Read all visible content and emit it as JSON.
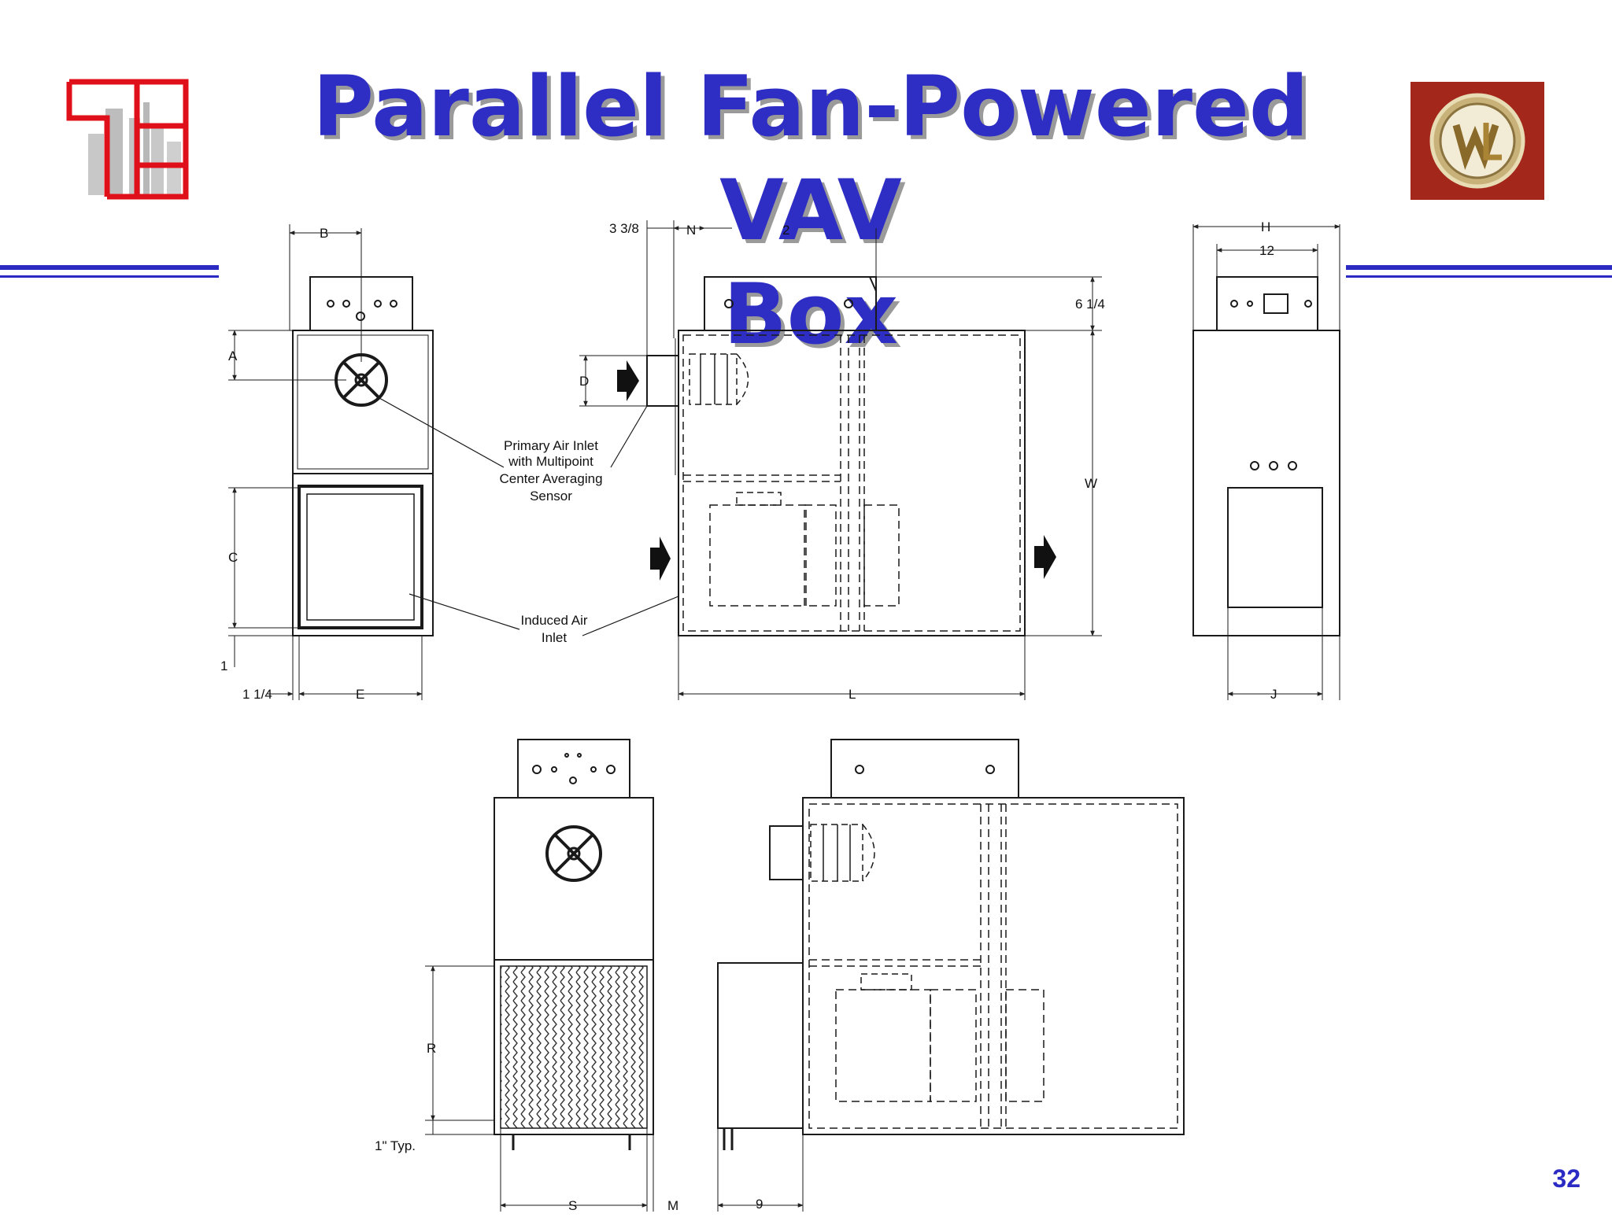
{
  "slide": {
    "title_line1": "Parallel Fan-Powered VAV",
    "title_line2": "Box",
    "page_number": "32",
    "accent_color": "#2b2bc4"
  },
  "logos": {
    "left": "building-logo",
    "right": "wl-emblem-logo"
  },
  "drawing": {
    "dimensions": {
      "B": "B",
      "A": "A",
      "C": "C",
      "E": "E",
      "one": "1",
      "one_quarter": "1 1/4",
      "three_three_eighths": "3 3/8",
      "N": "N",
      "Z": "2",
      "six_quarter": "6 1/4",
      "W": "W",
      "L": "L",
      "H": "H",
      "twelve": "12",
      "J": "J",
      "D": "D",
      "R": "R",
      "one_typ": "1\" Typ.",
      "S": "S",
      "M": "M",
      "nine": "9"
    },
    "callouts": {
      "primary_l1": "Primary Air Inlet",
      "primary_l2": "with Multipoint",
      "primary_l3": "Center Averaging",
      "primary_l4": "Sensor",
      "induced_l1": "Induced Air",
      "induced_l2": "Inlet"
    }
  }
}
